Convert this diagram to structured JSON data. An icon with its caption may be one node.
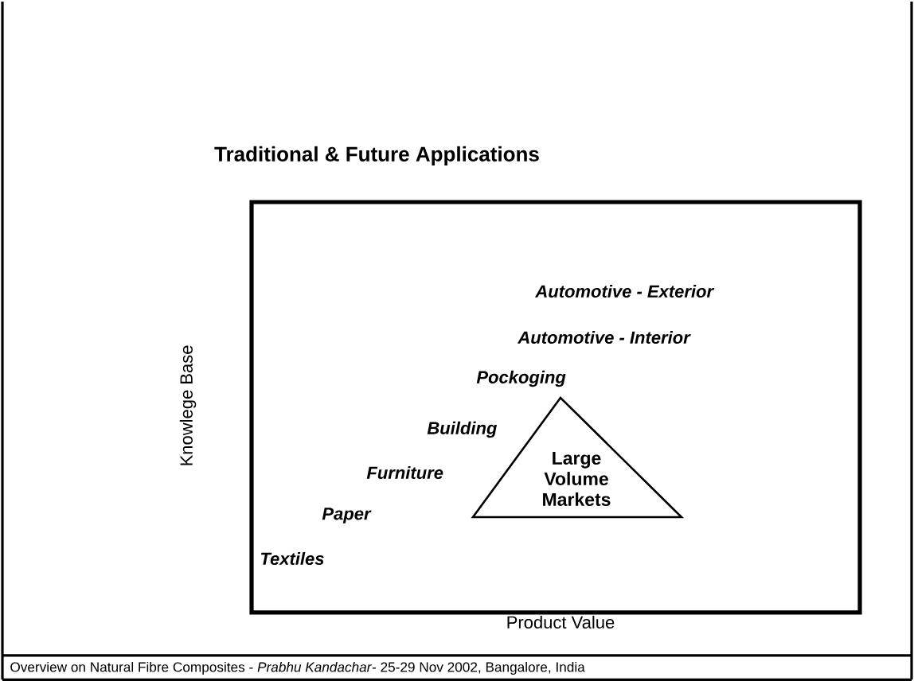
{
  "diagram": {
    "title": "Traditional & Future Applications",
    "nodes": [
      {
        "text": [
          "Large Volume Markets"
        ]
      }
    ],
    "labels": [
      "Knowlege Base",
      "Automotive - Exterior",
      "Automotive - Interior",
      "Pockoging",
      "Building",
      "Furniture",
      "Paper",
      "Textiles",
      "Product Value",
      "Overview on Natural Fibre Composites - *Prabhu Kandachar*- 25-29 Nov 2002, Bangalore, India"
    ]
  }
}
